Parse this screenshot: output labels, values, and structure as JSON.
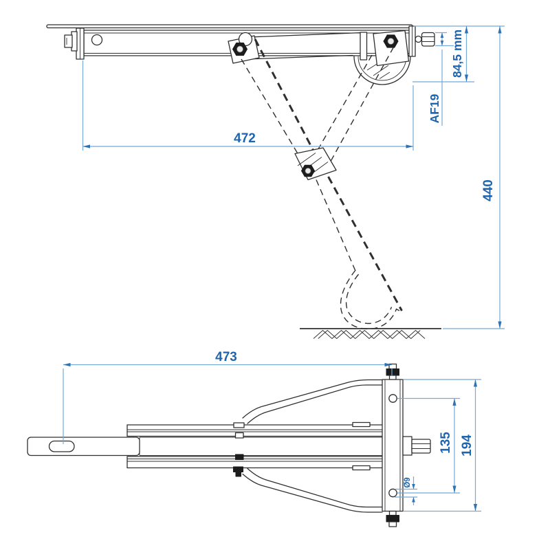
{
  "page": {
    "background": "#ffffff"
  },
  "colors": {
    "line": "#2f2f2f",
    "dim_line": "#74a9d8",
    "dim_arrow": "#2e74b5",
    "dim_text": "#1f65ae"
  },
  "drawing": {
    "description": "Technical dimension drawing of a caravan corner-steady stabilizer jack: side view with extended leg shown dashed (top) and plan view (bottom)",
    "views": [
      {
        "id": "side",
        "name": "side-view"
      },
      {
        "id": "plan",
        "name": "plan-view"
      }
    ],
    "dimensions": {
      "side": {
        "width": "472",
        "height": "440",
        "bracket_height": "84,5 mm",
        "spanner": "AF19"
      },
      "plan": {
        "length": "473",
        "hole_spacing": "135",
        "plate_height": "194",
        "hole_diameter": "Ø9"
      }
    }
  }
}
